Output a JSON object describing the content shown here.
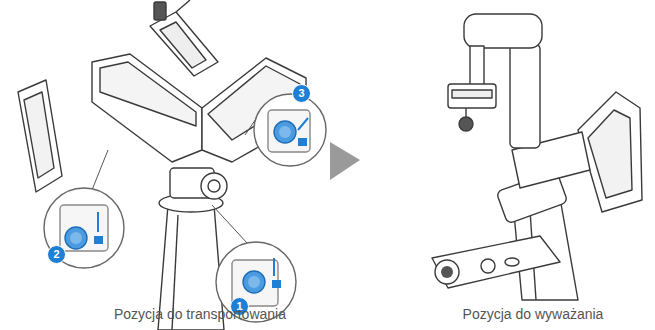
{
  "diagram": {
    "labels": [
      "3",
      "2",
      "1",
      "Pozycja do transportowania",
      "Pozycja do wyważania"
    ]
  }
}
